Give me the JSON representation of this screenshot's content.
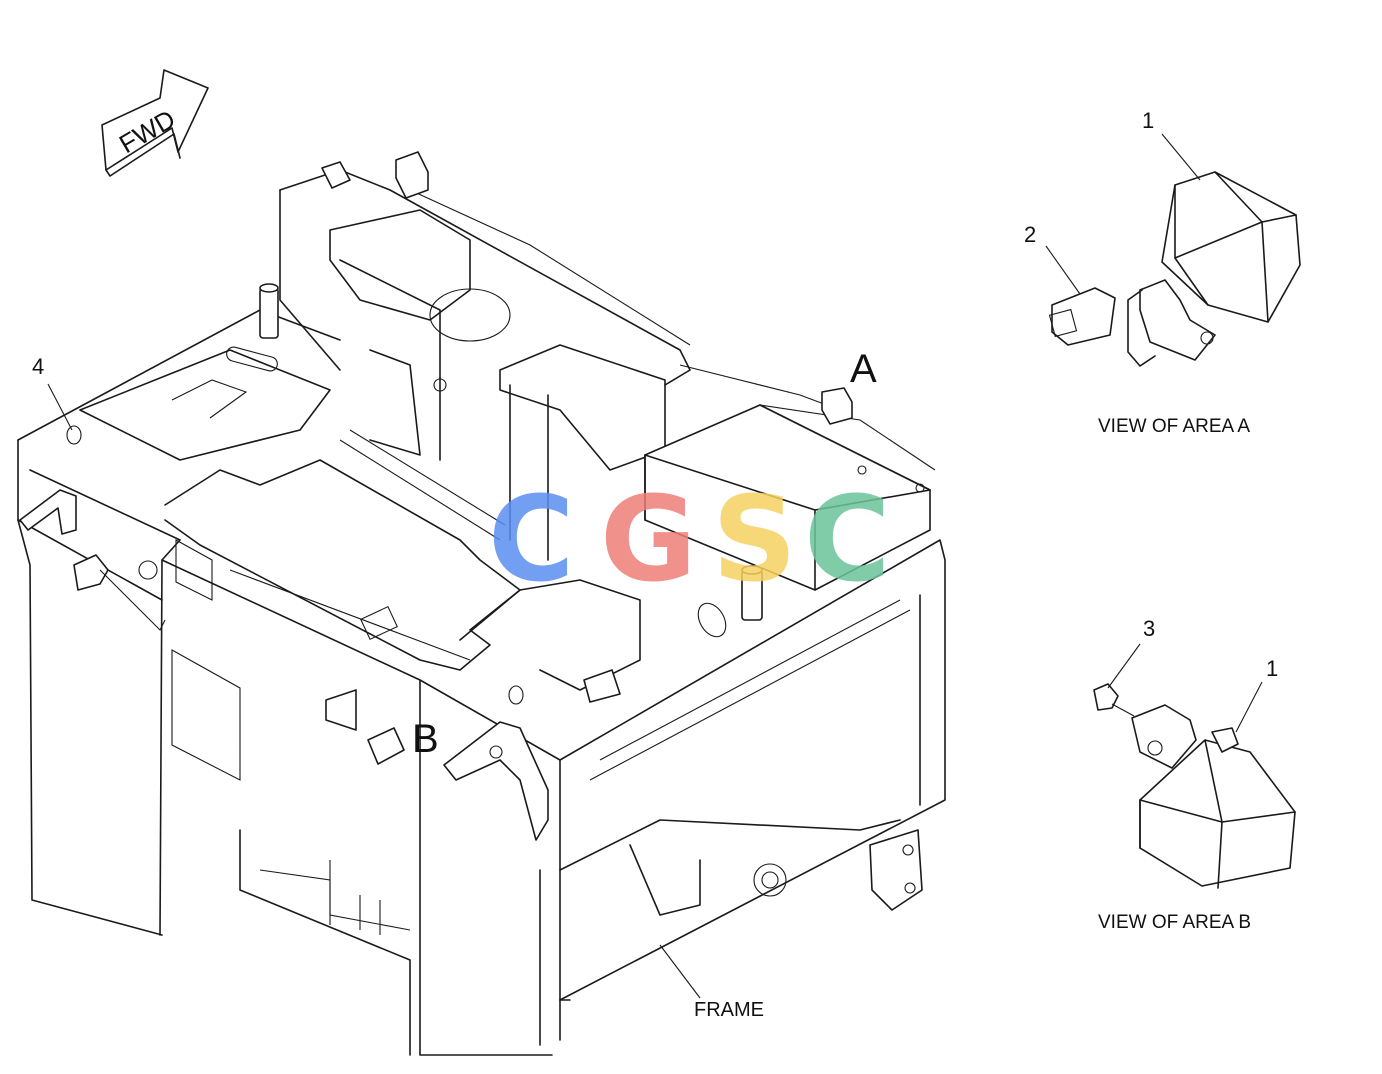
{
  "labels": {
    "fwd": "FWD",
    "area_a": "A",
    "area_b": "B",
    "view_a": "VIEW OF AREA A",
    "view_b": "VIEW OF AREA B",
    "frame": "FRAME",
    "callout_1_a": "1",
    "callout_2": "2",
    "callout_3": "3",
    "callout_1_b": "1",
    "callout_4": "4"
  },
  "watermark": {
    "letters": [
      "C",
      "G",
      "S",
      "C"
    ],
    "colors": [
      "#5b8ff2",
      "#ee7e78",
      "#f6d262",
      "#6cc49a"
    ]
  }
}
